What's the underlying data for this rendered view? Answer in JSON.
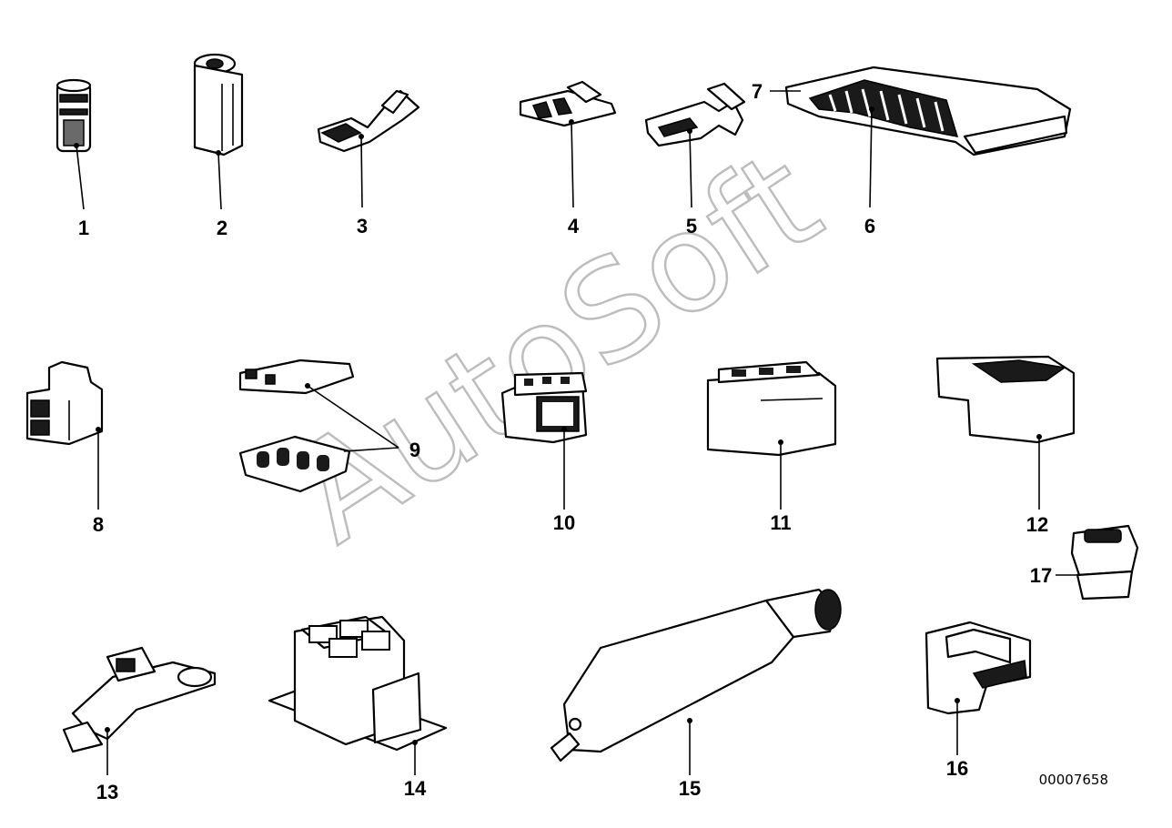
{
  "diagram": {
    "watermark": "AutoSoft",
    "document_number": "00007658",
    "callouts": [
      "1",
      "2",
      "3",
      "4",
      "5",
      "6",
      "7",
      "8",
      "9",
      "10",
      "11",
      "12",
      "13",
      "14",
      "15",
      "16",
      "17"
    ]
  }
}
